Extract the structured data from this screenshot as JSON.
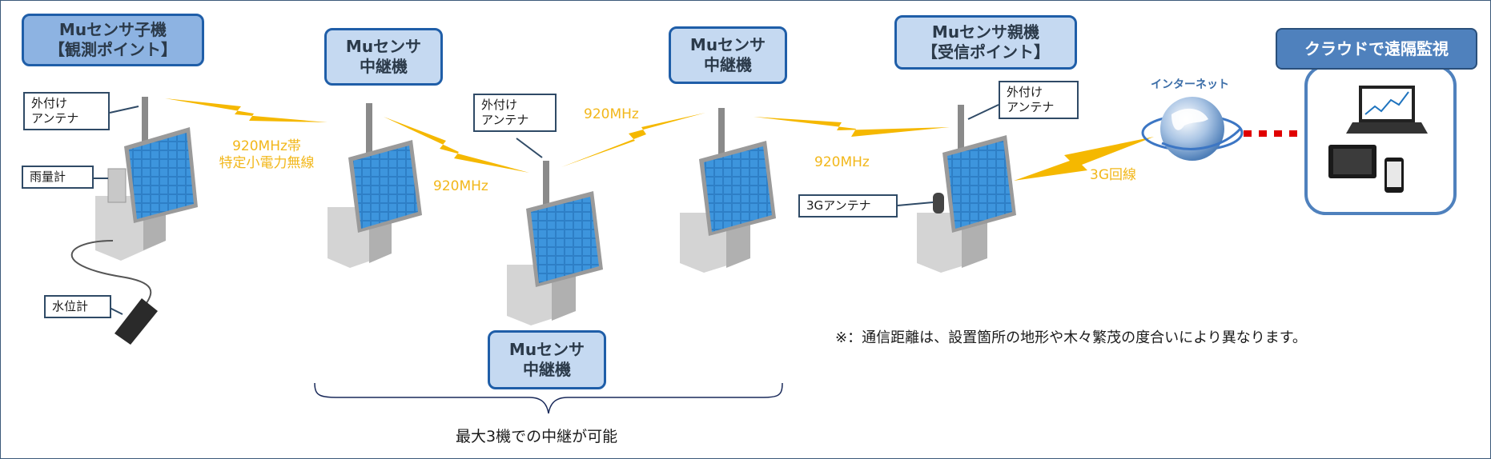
{
  "nodes": {
    "child": {
      "line1": "Muセンサ子機",
      "line2": "【観測ポイント】"
    },
    "relay1": {
      "line1": "Muセンサ",
      "line2": "中継機"
    },
    "relay2": {
      "line1": "Muセンサ",
      "line2": "中継機"
    },
    "relay3": {
      "line1": "Muセンサ",
      "line2": "中継機"
    },
    "parent": {
      "line1": "Muセンサ親機",
      "line2": "【受信ポイント】"
    },
    "cloud": {
      "label": "クラウドで遠隔監視"
    }
  },
  "labels": {
    "ext_antenna_1": {
      "line1": "外付け",
      "line2": "アンテナ"
    },
    "ext_antenna_2": {
      "line1": "外付け",
      "line2": "アンテナ"
    },
    "ext_antenna_3": {
      "line1": "外付け",
      "line2": "アンテナ"
    },
    "rain_gauge": "雨量計",
    "water_level": "水位計",
    "antenna_3g": "3Gアンテナ"
  },
  "links": {
    "link1": {
      "line1": "920MHz帯",
      "line2": "特定小電力無線"
    },
    "link2": "920MHz",
    "link3": "920MHz",
    "link4": "920MHz",
    "link5": "3G回線"
  },
  "internet": "インターネット",
  "note": "※：通信距離は、設置箇所の地形や木々繁茂の度合いにより異なります。",
  "relay_caption": "最大3機での中継が可能",
  "colors": {
    "node_fill": "#c5d9f1",
    "child_fill": "#8db3e2",
    "border_blue": "#1f5ea8",
    "cloud_fill": "#4f81bd",
    "lightning": "#f5b800",
    "link_text": "#f2b71a",
    "dotted_line": "#e00000"
  }
}
